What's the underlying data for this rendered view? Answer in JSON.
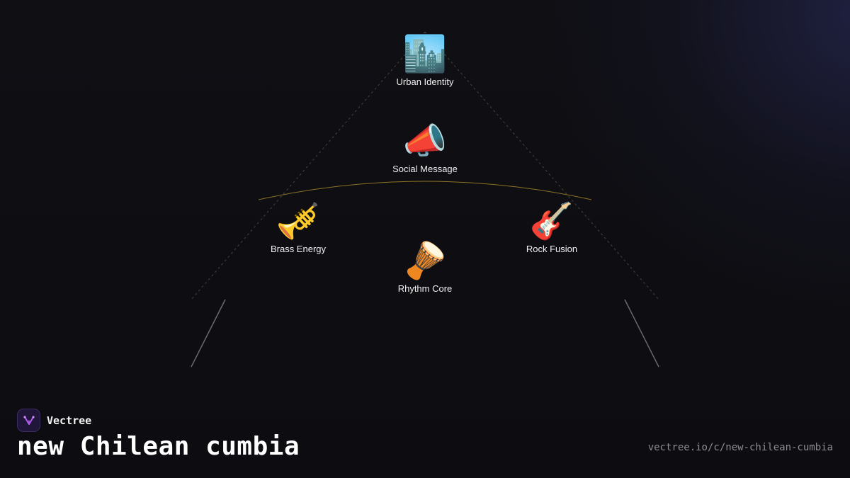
{
  "nodes": {
    "urban_identity": {
      "icon": "🏙️",
      "icon_name": "cityscape-icon",
      "label": "Urban Identity"
    },
    "social_message": {
      "icon": "📣",
      "icon_name": "megaphone-icon",
      "label": "Social Message"
    },
    "brass_energy": {
      "icon": "🎺",
      "icon_name": "trumpet-icon",
      "label": "Brass Energy"
    },
    "rock_fusion": {
      "icon": "🎸",
      "icon_name": "guitar-icon",
      "label": "Rock Fusion"
    },
    "rhythm_core": {
      "icon": "🪘",
      "icon_name": "drum-icon",
      "label": "Rhythm Core"
    }
  },
  "footer": {
    "brand_name": "Vectree",
    "title": "new Chilean cumbia",
    "url": "vectree.io/c/new-chilean-cumbia"
  },
  "colors": {
    "background": "#0e0e12",
    "arc": "#b8962e",
    "dashed_lines": "#6b6b55",
    "brand_accent": "#b45cf0"
  }
}
